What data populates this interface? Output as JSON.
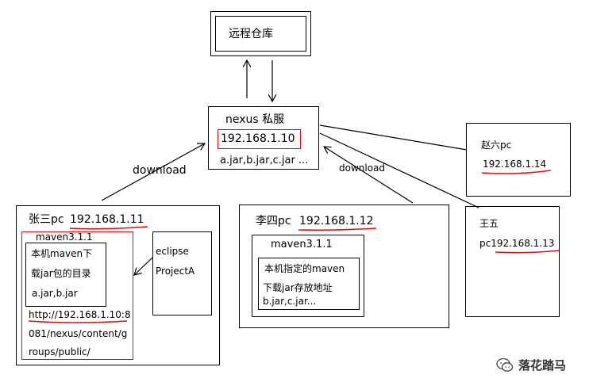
{
  "remote": {
    "label": "远程仓库"
  },
  "nexus": {
    "title": "nexus 私服",
    "ip": "192.168.1.10",
    "jars": "a.jar,b.jar,c.jar ..."
  },
  "arrows": {
    "download_left": "download",
    "download_right": "download"
  },
  "zhaoliu": {
    "name": "赵六pc",
    "ip": "192.168.1.14"
  },
  "wangwu": {
    "name": "王五",
    "ip": "pc192.168.1.13"
  },
  "zhangsan": {
    "name": "张三pc",
    "ip": "192.168.1.11",
    "maven": "maven3.1.1",
    "local_line1": "本机maven下",
    "local_line2": "载jar包的目录",
    "local_line3": "a.jar,b.jar",
    "url_line1": "http://192.168.1.10:8",
    "url_line2": "081/nexus/content/g",
    "url_line3": "roups/public/",
    "eclipse_line1": "eclipse",
    "eclipse_line2": "ProjectA"
  },
  "lisi": {
    "name": "李四pc",
    "ip": "192.168.1.12",
    "maven": "maven3.1.1",
    "line1": "本机指定的maven",
    "line2": "下载jar存放地址",
    "line3": "b.jar,c.jar..."
  },
  "watermark": {
    "text": "落花踏马"
  }
}
